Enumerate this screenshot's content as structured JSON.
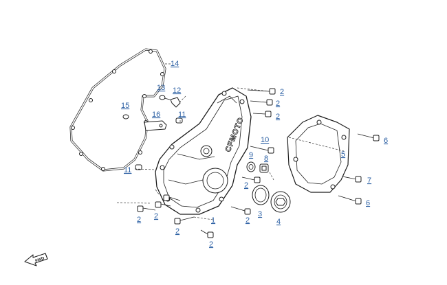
{
  "diagram": {
    "brand_mark": "CFMOTO",
    "direction_mark": "FWD",
    "callouts": {
      "c1": "1",
      "c2a": "2",
      "c2b": "2",
      "c2c": "2",
      "c2d": "2",
      "c2e": "2",
      "c2f": "2",
      "c2g": "2",
      "c2h": "2",
      "c2i": "2",
      "c3": "3",
      "c4": "4",
      "c5": "5",
      "c6a": "6",
      "c6b": "6",
      "c7": "7",
      "c8": "8",
      "c9": "9",
      "c10": "10",
      "c11a": "11",
      "c11b": "11",
      "c12": "12",
      "c13": "13",
      "c14": "14",
      "c15": "15",
      "c16": "16"
    }
  }
}
